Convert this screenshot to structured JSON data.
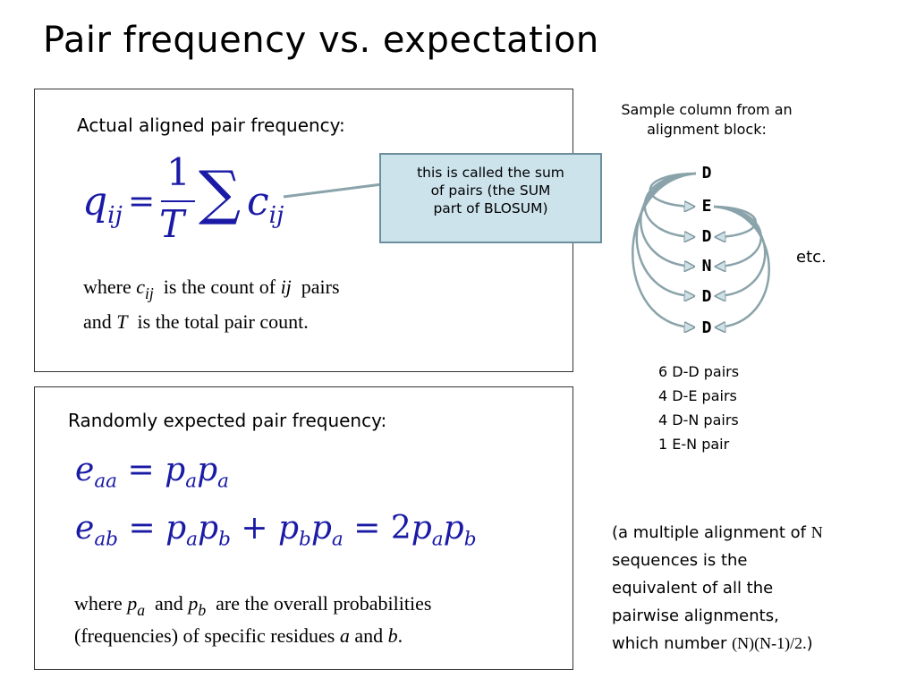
{
  "title": "Pair frequency vs. expectation",
  "actual": {
    "heading": "Actual aligned pair frequency:",
    "formula": {
      "lhs": "q",
      "lhs_sub": "ij",
      "eq": "=",
      "num": "1",
      "den": "T",
      "sum": "∑",
      "term": "c",
      "term_sub": "ij"
    },
    "where": {
      "w1": "where",
      "c": "c",
      "c_sub": "ij",
      "w2": "is the count of",
      "ij": "ij",
      "w3": "pairs",
      "w4": "and",
      "T": "T",
      "w5": "is the total pair count."
    }
  },
  "callout": {
    "lines": [
      "this is called the sum",
      "of pairs (the SUM",
      "part of BLOSUM)"
    ]
  },
  "expected": {
    "heading": "Randomly expected pair frequency:",
    "eq1": {
      "e": "e",
      "e_sub": "aa",
      "eq": "=",
      "p1": "p",
      "p1_sub": "a",
      "p2": "p",
      "p2_sub": "a"
    },
    "eq2": {
      "e": "e",
      "e_sub": "ab",
      "eq": "=",
      "p1": "p",
      "p1_sub": "a",
      "p2": "p",
      "p2_sub": "b",
      "plus": "+",
      "p3": "p",
      "p3_sub": "b",
      "p4": "p",
      "p4_sub": "a",
      "eq2": "=",
      "two": "2",
      "p5": "p",
      "p5_sub": "a",
      "p6": "p",
      "p6_sub": "b"
    },
    "where": {
      "w1": "where",
      "pa": "p",
      "pa_sub": "a",
      "and": "and",
      "pb": "p",
      "pb_sub": "b",
      "w2": "are the overall probabilities",
      "w3": "(frequencies) of specific residues",
      "a": "a",
      "and2": "and",
      "b": "b",
      "dot": "."
    }
  },
  "sample": {
    "caption": [
      "Sample column from an",
      "alignment block:"
    ],
    "residues": [
      "D",
      "E",
      "D",
      "N",
      "D",
      "D"
    ],
    "etc": "etc.",
    "pair_counts": [
      "6 D-D pairs",
      "4 D-E pairs",
      "4 D-N pairs",
      "1 E-N pair"
    ]
  },
  "note": {
    "l1a": "(a multiple alignment of",
    "l1n": "N",
    "l2": "sequences is the",
    "l3": "equivalent of all the",
    "l4": "pairwise alignments,",
    "l5a": "which number",
    "l5n": "(N)(N-1)/2.",
    "l5b": ")"
  },
  "colors": {
    "math": "#1a1aa6",
    "arrow": "#8aa3aa",
    "callout_fill": "#cce3ec"
  }
}
